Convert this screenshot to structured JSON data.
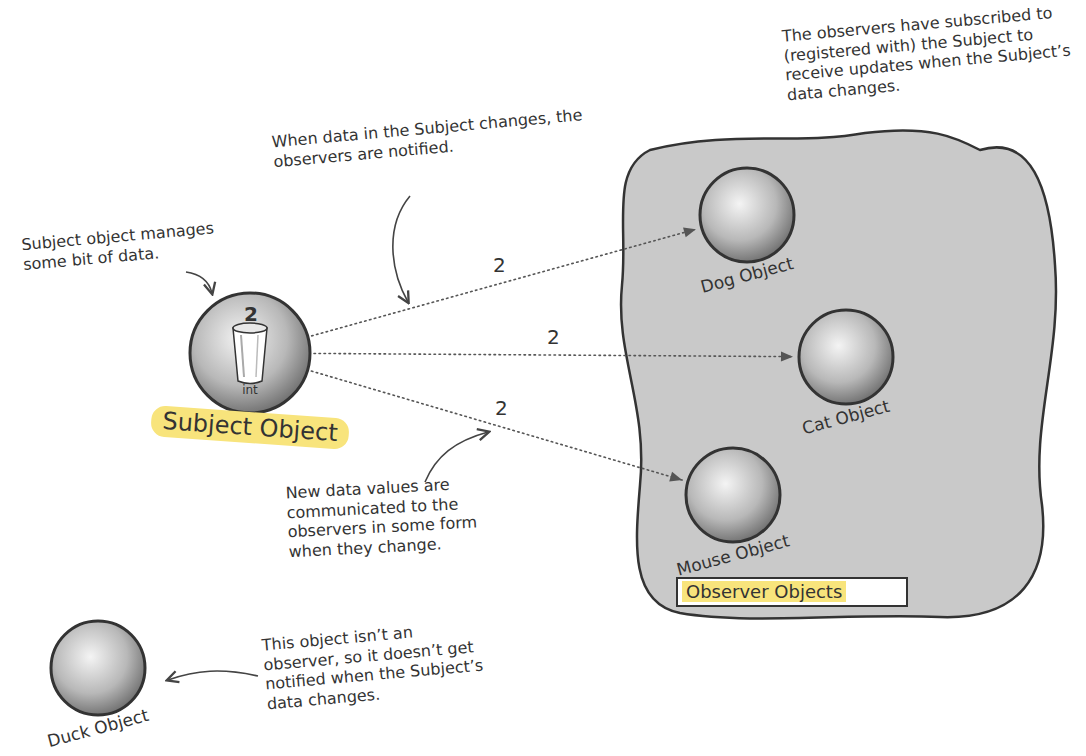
{
  "diagram": {
    "nodes": [
      {
        "text": [
          "2",
          "int",
          "Subject Object"
        ]
      },
      {
        "text": [
          "Observer Objects"
        ]
      },
      {
        "text": [
          "Dog Object"
        ],
        "in": 1
      },
      {
        "text": [
          "Cat Object"
        ],
        "in": 1
      },
      {
        "text": [
          "Mouse Object"
        ],
        "in": 1
      },
      {
        "text": [
          "Duck Object"
        ]
      }
    ],
    "edges": [
      {
        "from": 0,
        "to": 2,
        "arrow": "to",
        "label": "2"
      },
      {
        "from": 0,
        "to": 3,
        "arrow": "to",
        "label": "2"
      },
      {
        "from": 0,
        "to": 4,
        "arrow": "to",
        "label": "2"
      }
    ],
    "labels": [
      "The observers have subscribed to (registered with) the Subject to receive updates when the Subject’s data changes.",
      "When data in the Subject changes, the observers are notified.",
      "Subject object manages some bit of data.",
      "New data values are communicated to the observers in some form when they change.",
      "This object isn’t an observer, so it doesn’t get notified when the Subject’s data changes."
    ]
  }
}
